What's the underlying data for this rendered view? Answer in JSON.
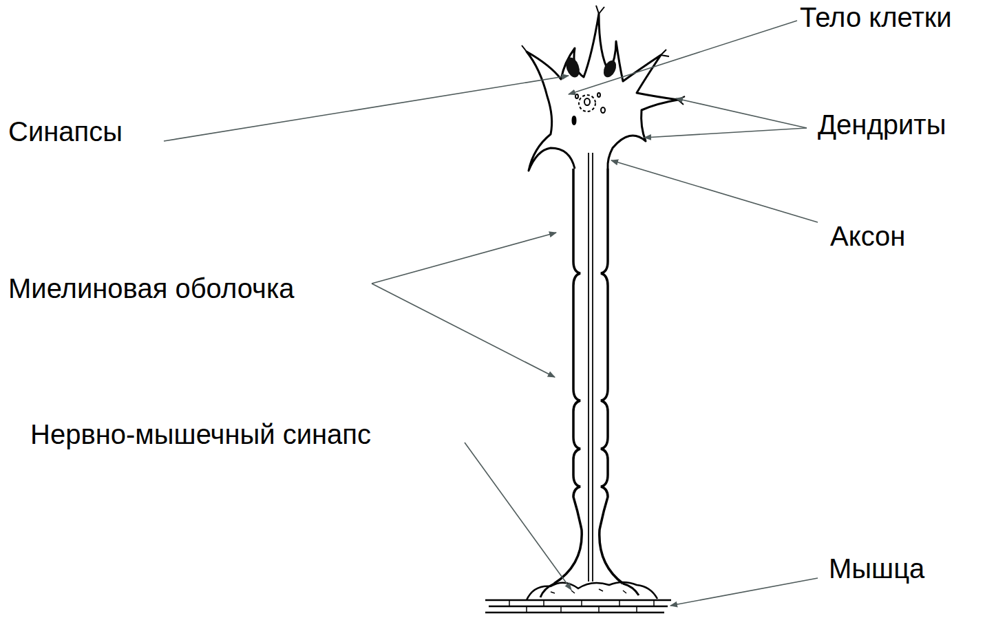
{
  "diagram": {
    "labels": [
      "Тело клетки",
      "Синапсы",
      "Дендриты",
      "Аксон",
      "Миелиновая оболочка",
      "Нервно-мышечный синапс",
      "Мышца"
    ]
  }
}
